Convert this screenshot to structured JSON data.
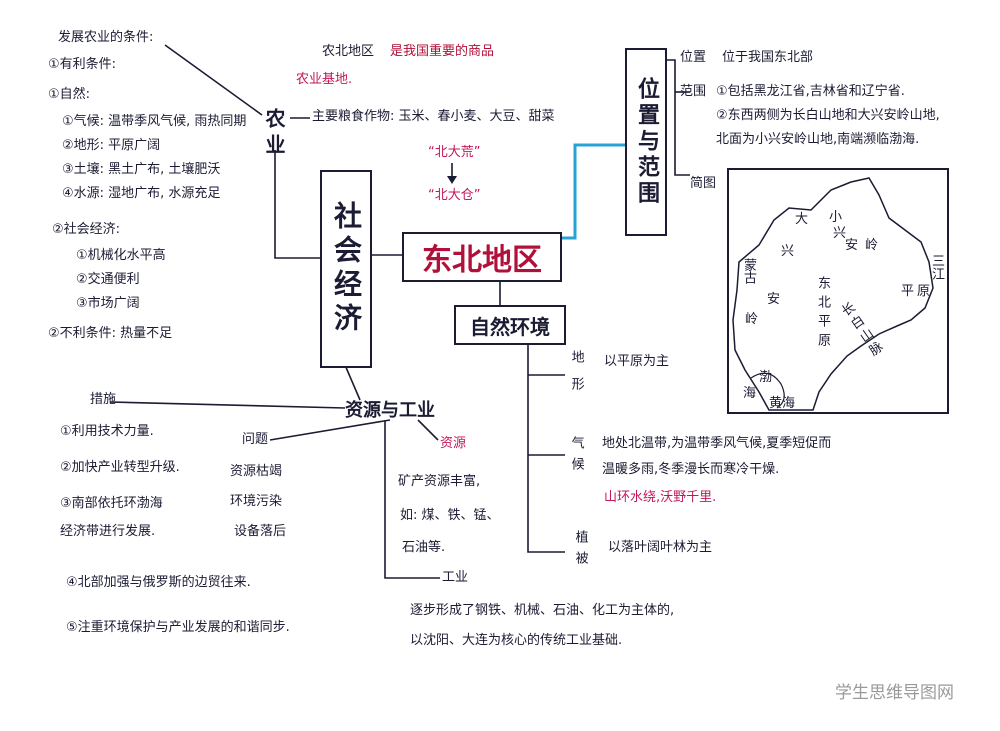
{
  "center": {
    "title": "东北地区"
  },
  "header": {
    "note1": "农北地区",
    "note1b": "是我国重要的商品",
    "note2": "农业基地.",
    "crops": "主要粮食作物: 玉米、春小麦、大豆、甜菜",
    "old_name": "“北大荒”",
    "new_name": "“北大仓”"
  },
  "agriculture": {
    "title": "农业",
    "cond_title": "发展农业的条件:",
    "favorable": "①有利条件:",
    "natural": "①自然:",
    "n1": "①气候: 温带季风气候, 雨热同期",
    "n2": "②地形: 平原广阔",
    "n3": "③土壤: 黑土广布, 土壤肥沃",
    "n4": "④水源: 湿地广布, 水源充足",
    "social": "②社会经济:",
    "s1": "①机械化水平高",
    "s2": "②交通便利",
    "s3": "③市场广阔",
    "unfavorable": "②不利条件: 热量不足"
  },
  "social_economy": {
    "title": "社会经济"
  },
  "resources": {
    "title": "资源与工业",
    "measures_title": "措施",
    "m1": "①利用技术力量.",
    "m2": "②加快产业转型升级.",
    "m3a": "③南部依托环渤海",
    "m3b": "经济带进行发展.",
    "m4": "④北部加强与俄罗斯的边贸往来.",
    "m5": "⑤注重环境保护与产业发展的和谐同步.",
    "problems_title": "问题",
    "p1": "资源枯竭",
    "p2": "环境污染",
    "p3": "设备落后",
    "res_title": "资源",
    "r1": "矿产资源丰富,",
    "r2": "如: 煤、铁、锰、",
    "r3": "石油等.",
    "ind_title": "工业",
    "i1": "逐步形成了钢铁、机械、石油、化工为主体的,",
    "i2": "以沈阳、大连为核心的传统工业基础."
  },
  "location": {
    "title": "位置与范围",
    "pos_label": "位置",
    "pos_text": "位于我国东北部",
    "range_label": "范围",
    "r1": "①包括黑龙江省,吉林省和辽宁省.",
    "r2a": "②东西两侧为长白山地和大兴安岭山地,",
    "r2b": "北面为小兴安岭山地,南端濒临渤海.",
    "map_label": "简图"
  },
  "map": {
    "da": "大",
    "xing": "兴",
    "an": "安",
    "ling": "岭",
    "xiao": "小",
    "xing2": "兴",
    "an2": "安",
    "ling2": "岭",
    "sanjiang": "三江",
    "ping": "平",
    "yuan": "原",
    "dongbei_plain": "东北平原",
    "changbai": "长白山脉",
    "bohai_bo": "渤",
    "bohai_hai": "海",
    "huanghai": "黄海",
    "mengu": "蒙古"
  },
  "nature": {
    "title": "自然环境",
    "terrain_label": "地形",
    "terrain_text": "以平原为主",
    "climate_label": "气候",
    "c1": "地处北温带,为温带季风气候,夏季短促而",
    "c2": "温暖多雨,冬季漫长而寒冷干燥.",
    "c3": "山环水绕,沃野千里.",
    "veg_label": "植被",
    "veg_text": "以落叶阔叶林为主"
  },
  "watermark": "学生思维导图网"
}
